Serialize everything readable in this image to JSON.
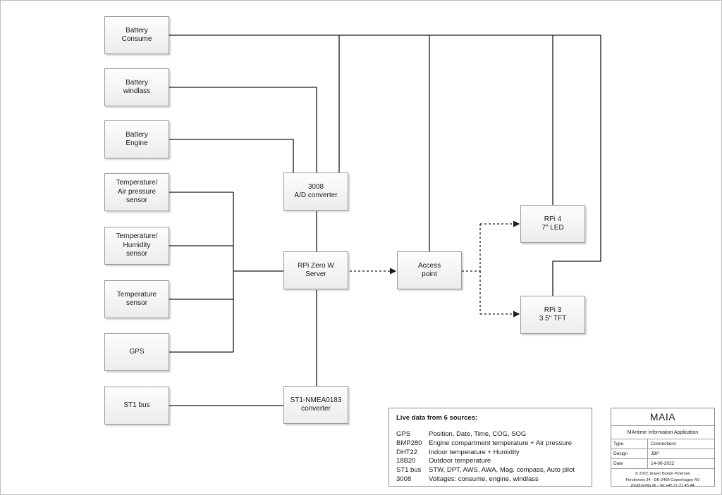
{
  "boxes": {
    "battery_consume": "Battery\nConsume",
    "battery_windlass": "Battery\nwindlass",
    "battery_engine": "Battery\nEngine",
    "temp_air_pressure": "Temperature/\nAir pressure\nsensor",
    "temp_humidity": "Temperature/\nHumidity\nsensor",
    "temp_sensor": "Temperature\nsensor",
    "gps": "GPS",
    "st1_bus": "ST1 bus",
    "ad_converter": "3008\nA/D converter",
    "rpi_zero": "RPi Zero W\nServer",
    "st1_nmea": "ST1-NMEA0183\nconverter",
    "access_point": "Access\npoint",
    "rpi4": "RPi 4\n7\" LED",
    "rpi3": "RPi 3\n3.5\" TFT"
  },
  "info": {
    "title": "Live data from 6 sources:",
    "rows": [
      {
        "key": "GPS",
        "value": "Position, Date, Time, COG, SOG"
      },
      {
        "key": "BMP280",
        "value": "Engine compartment temperature + Air pressure"
      },
      {
        "key": "DHT22",
        "value": "Indoor temperature + Humidity"
      },
      {
        "key": "18B20",
        "value": "Outdoor temperature"
      },
      {
        "key": "ST1 bus",
        "value": "STW, DPT, AWS, AWA, Mag. compass, Auto pilot"
      },
      {
        "key": "3008",
        "value": "Voltages: consume, engine, windlass"
      }
    ]
  },
  "title_block": {
    "title": "MAIA",
    "subtitle": "MAritime Information Application",
    "type_label": "Type",
    "type_value": "Connections",
    "design_label": "Design",
    "design_value": "JBP",
    "date_label": "Date",
    "date_value": "14-06-2022",
    "footer_1": "© 2022 Jesper Bonde Petersen",
    "footer_2": "Ferskenvej 34 - DK-2400 Copenhagen NV",
    "footer_3": "jbp@avidia.dk - Tel +45 21 21 45 44"
  },
  "colors": {
    "line": "#1a1a1a",
    "box_border": "#9a9a9a"
  }
}
